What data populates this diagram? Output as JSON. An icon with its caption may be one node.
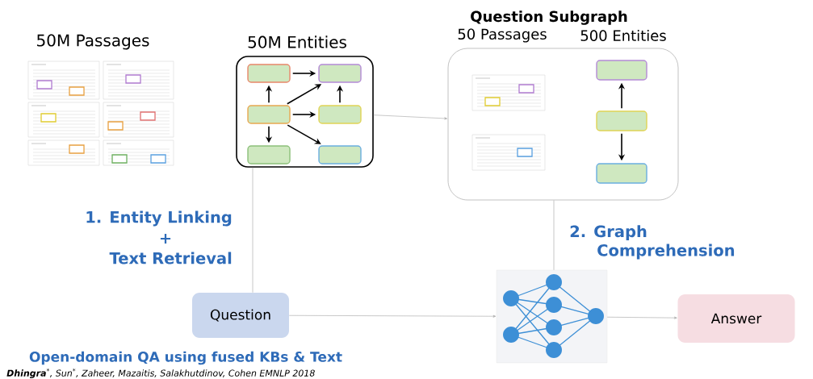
{
  "diagram": {
    "nodes": [
      {
        "text": [
          "50M Passages"
        ]
      },
      {
        "text": [
          "50M Entities"
        ]
      },
      {
        "text": [],
        "shape": "box",
        "in": 1
      },
      {
        "text": [],
        "shape": "box",
        "in": 1
      },
      {
        "text": [],
        "shape": "box",
        "in": 1
      },
      {
        "text": [],
        "shape": "box",
        "in": 1
      },
      {
        "text": [],
        "shape": "box",
        "in": 1
      },
      {
        "text": [],
        "shape": "box",
        "in": 1
      },
      {
        "text": [
          "Question Subgraph",
          "50 Passages",
          "500 Entities"
        ]
      },
      {
        "text": [],
        "shape": "picture",
        "in": 8
      },
      {
        "text": [],
        "shape": "picture",
        "in": 8
      },
      {
        "text": [],
        "shape": "box",
        "in": 8
      },
      {
        "text": [],
        "shape": "box",
        "in": 8
      },
      {
        "text": [],
        "shape": "box",
        "in": 8
      },
      {
        "text": [
          "Question"
        ]
      },
      {
        "text": [],
        "shape": "picture"
      },
      {
        "text": [
          "Answer"
        ]
      }
    ],
    "edges": [
      {
        "from": 2,
        "to": 3,
        "arrow": "to"
      },
      {
        "from": 4,
        "to": 2,
        "arrow": "to"
      },
      {
        "from": 4,
        "to": 3,
        "arrow": "to"
      },
      {
        "from": 5,
        "to": 3,
        "arrow": "to"
      },
      {
        "from": 4,
        "to": 5,
        "arrow": "to"
      },
      {
        "from": 4,
        "to": 6,
        "arrow": "to"
      },
      {
        "from": 4,
        "to": 7,
        "arrow": "to"
      },
      {
        "from": 12,
        "to": 11,
        "arrow": "to"
      },
      {
        "from": 12,
        "to": 13,
        "arrow": "to"
      },
      {
        "from": 14,
        "to": 1,
        "arrow": "none",
        "color": "#b0b0b0"
      },
      {
        "from": 1,
        "to": 8,
        "arrow": "to",
        "color": "#b0b0b0"
      },
      {
        "from": 8,
        "to": 15,
        "arrow": "none",
        "color": "#b0b0b0"
      },
      {
        "from": 14,
        "to": 15,
        "arrow": "to",
        "color": "#b0b0b0"
      },
      {
        "from": 15,
        "to": 16,
        "arrow": "to",
        "color": "#b0b0b0"
      }
    ],
    "labels": [
      "1. Entity Linking",
      "+",
      "Text Retrieval",
      "2. Graph Comprehension",
      "Open-domain QA using fused KBs & Text",
      "**Dhingra**$^{*}$, Sun$^{*}$, Zaheer, Mazaitis, Salakhutdinov, Cohen EMNLP 2018"
    ]
  }
}
